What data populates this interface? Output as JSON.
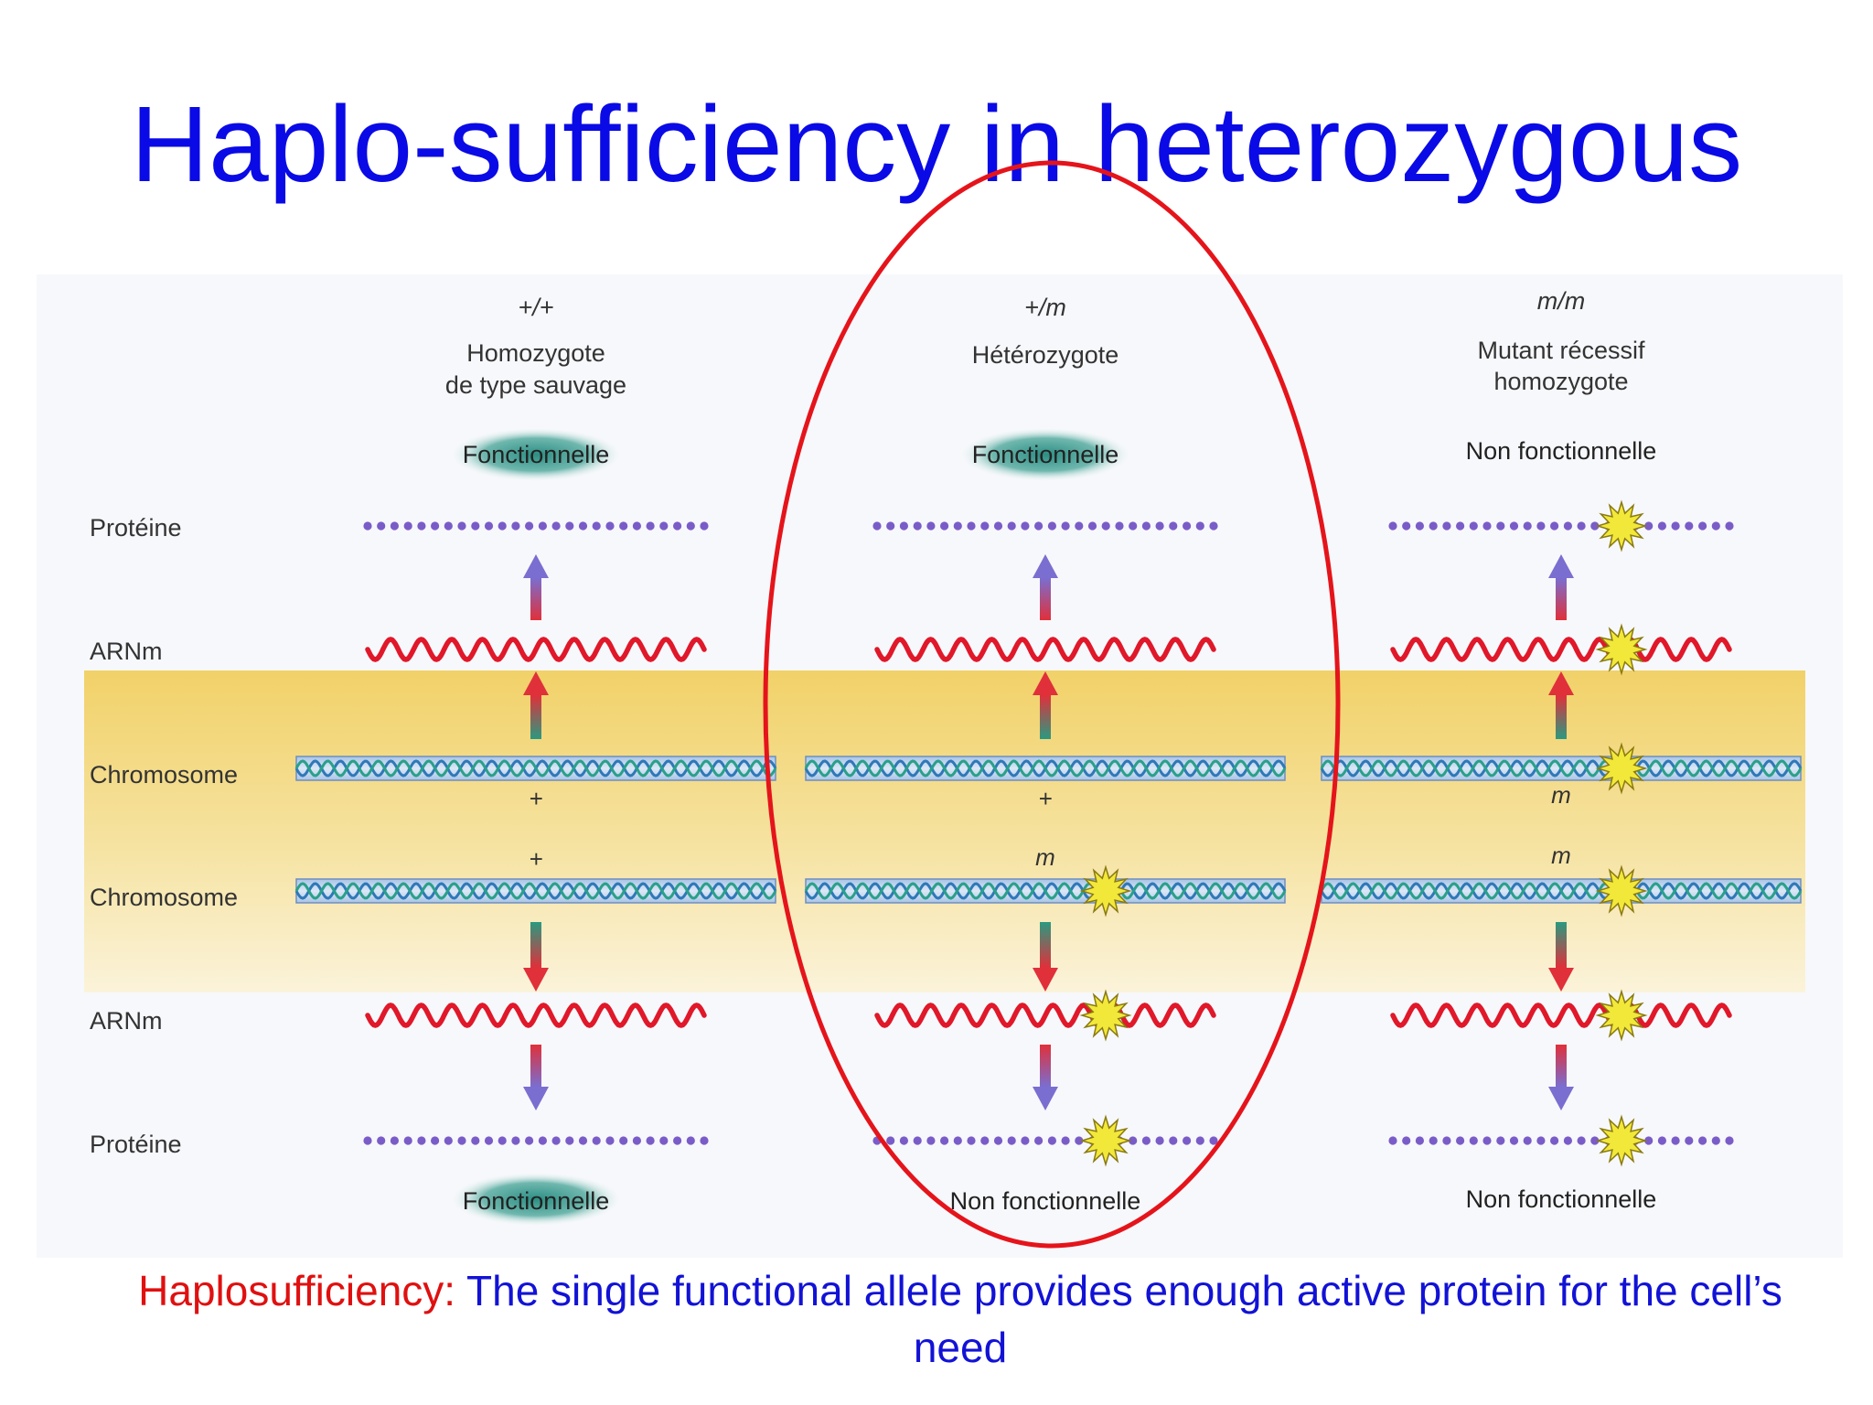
{
  "title": "Haplo-sufficiency in heterozygous",
  "columns": [
    {
      "genotype": "+/+",
      "name_line1": "Homozygote",
      "name_line2": "de type sauvage",
      "top_status": "Fonctionnelle",
      "allele_top": "+",
      "allele_bottom": "+",
      "bottom_status": "Fonctionnelle"
    },
    {
      "genotype": "+/m",
      "name_line1": "Hétérozygote",
      "name_line2": "",
      "top_status": "Fonctionnelle",
      "allele_top": "+",
      "allele_bottom": "m",
      "bottom_status": "Non fonctionnelle"
    },
    {
      "genotype": "m/m",
      "name_line1": "Mutant récessif",
      "name_line2": "homozygote",
      "top_status": "Non fonctionnelle",
      "allele_top": "m",
      "allele_bottom": "m",
      "bottom_status": "Non fonctionnelle"
    }
  ],
  "row_labels": [
    "Protéine",
    "ARNm",
    "Chromosome",
    "Chromosome",
    "ARNm",
    "Protéine"
  ],
  "caption": {
    "term": "Haplosufficiency:",
    "text": " The single functional allele provides enough active protein for the cell’s need"
  },
  "colors": {
    "title": "#0a0ae6",
    "highlight_ellipse": "#e5141b",
    "chromosome_band": "#f3d77a",
    "mrna": "#e0182a",
    "protein": "#7a5cc8",
    "dna_strand_1": "#2e78b8",
    "dna_strand_2": "#2aa08a",
    "mutation_star": "#f2e83a"
  },
  "icons": [
    "mutation-star-icon",
    "up-arrow-icon",
    "down-arrow-icon"
  ]
}
